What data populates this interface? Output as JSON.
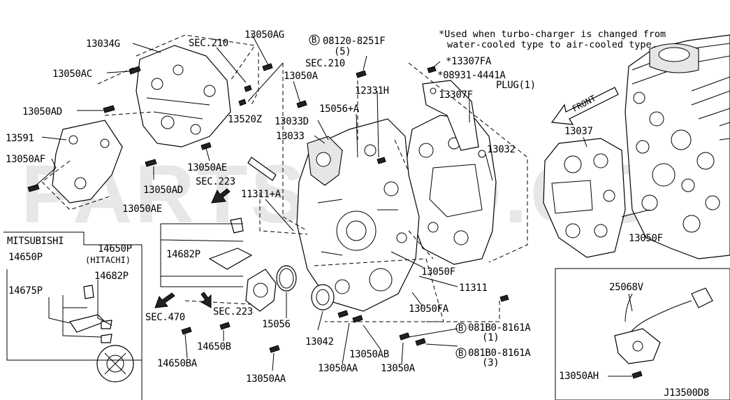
{
  "diagram_code": "J13500D8",
  "notes": {
    "line1": "*Used when turbo-charger is changed from",
    "line2": "water-cooled type to air-cooled type.",
    "front": "FRONT"
  },
  "watermark": "PARTSOUQ.COM",
  "boxes": {
    "mitsubishi": "MITSUBISHI",
    "hitachi": "(HITACHI)"
  },
  "labels": {
    "p13034G": "13034G",
    "p13050AC": "13050AC",
    "p13050AD_top": "13050AD",
    "p13591": "13591",
    "p13050AF": "13050AF",
    "p13050AE_left": "13050AE",
    "p13050AD_low": "13050AD",
    "p13050AE_mid": "13050AE",
    "sec210_a": "SEC.210",
    "sec210_b": "SEC.210",
    "p13050AG": "13050AG",
    "p13050A_top": "13050A",
    "p13520Z": "13520Z",
    "p13033D": "13033D",
    "p13033": "13033",
    "sec223_a": "SEC.223",
    "p11311A": "11311+A",
    "bolt_08120": "08120-8251F",
    "bolt_08120_qty": "(5)",
    "p12331H": "12331H",
    "p15056A": "15056+A",
    "p13307FA": "*13307FA",
    "p08931": "*08931-4441A",
    "plug": "PLUG(1)",
    "p13307F": "13307F",
    "p13032": "13032",
    "p13037": "13037",
    "p13050F_right": "13050F",
    "p14650P": "14650P",
    "p14682P_mid": "14682P",
    "p14650P_mit": "14650P",
    "p14675P": "14675P",
    "p14682P_mit": "14682P",
    "sec470": "SEC.470",
    "sec223_b": "SEC.223",
    "p15056": "15056",
    "p13050F_mid": "13050F",
    "p11311": "11311",
    "p13050FA": "13050FA",
    "p13042": "13042",
    "p14650B": "14650B",
    "p14650BA": "14650BA",
    "p13050AA_a": "13050AA",
    "p13050AA_b": "13050AA",
    "p13050AB": "13050AB",
    "p13050A_bot": "13050A",
    "bolt_081B0_a": "081B0-8161A",
    "bolt_081B0_a_qty": "(1)",
    "bolt_081B0_b": "081B0-8161A",
    "bolt_081B0_b_qty": "(3)",
    "p25068V": "25068V",
    "p13050AH": "13050AH",
    "b_marker": "B"
  }
}
